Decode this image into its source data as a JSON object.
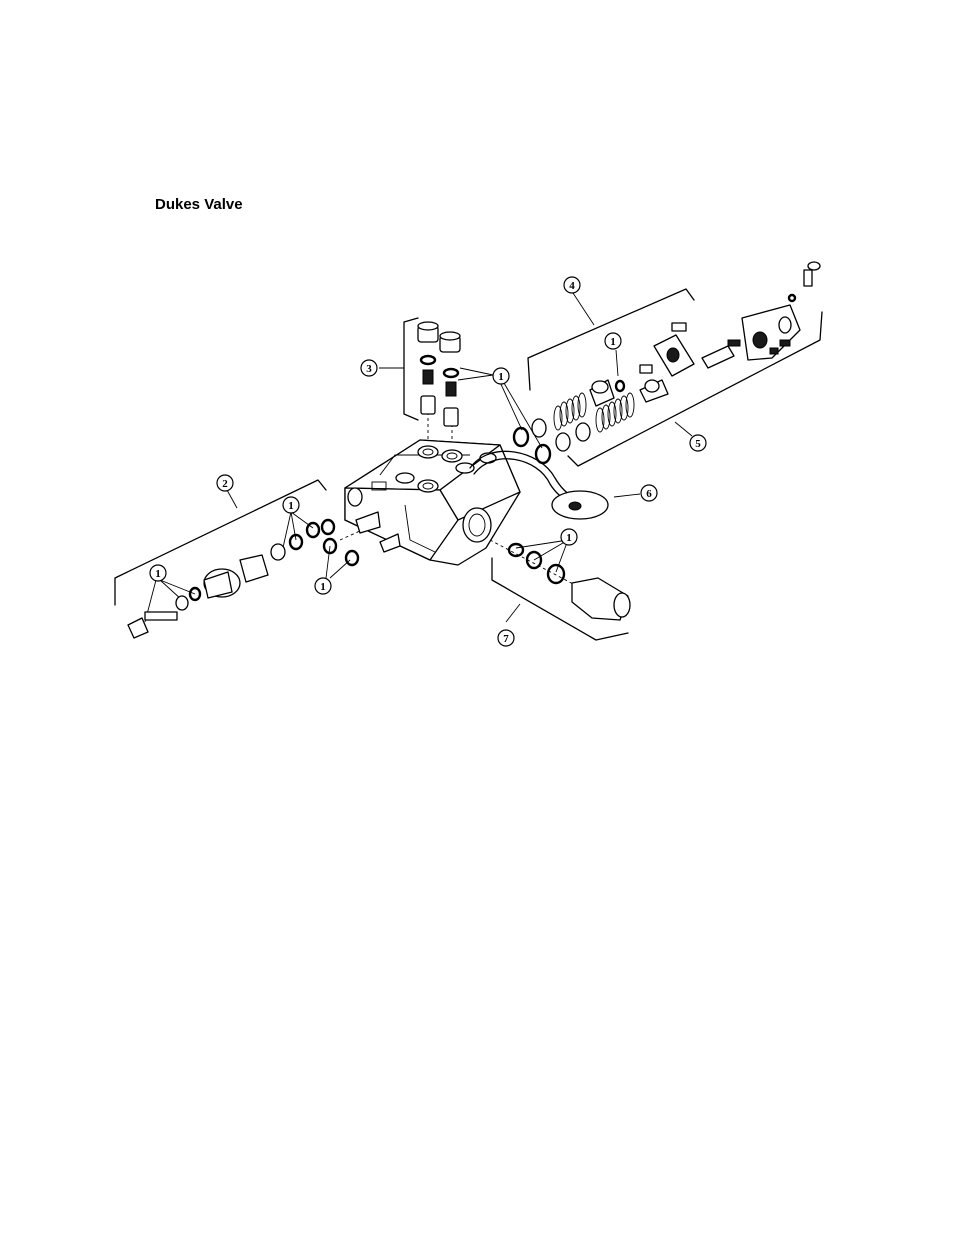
{
  "page": {
    "title": "Dukes Valve"
  },
  "diagram": {
    "callouts": [
      {
        "id": "c1a",
        "label": "1"
      },
      {
        "id": "c1b",
        "label": "1"
      },
      {
        "id": "c1c",
        "label": "1"
      },
      {
        "id": "c1d",
        "label": "1"
      },
      {
        "id": "c1e",
        "label": "1"
      },
      {
        "id": "c1f",
        "label": "1"
      },
      {
        "id": "c2",
        "label": "2"
      },
      {
        "id": "c3",
        "label": "3"
      },
      {
        "id": "c4",
        "label": "4"
      },
      {
        "id": "c5",
        "label": "5"
      },
      {
        "id": "c6",
        "label": "6"
      },
      {
        "id": "c7",
        "label": "7"
      }
    ]
  }
}
